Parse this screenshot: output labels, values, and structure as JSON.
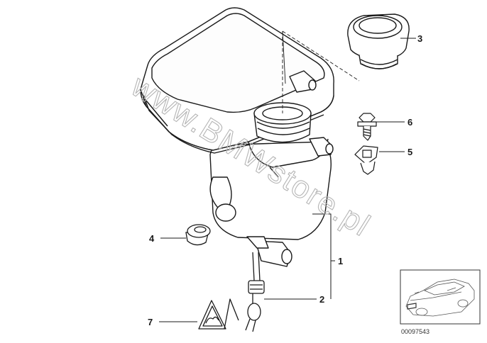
{
  "diagram": {
    "callouts": [
      {
        "id": "c1",
        "label": "1"
      },
      {
        "id": "c2",
        "label": "2"
      },
      {
        "id": "c3",
        "label": "3"
      },
      {
        "id": "c4",
        "label": "4"
      },
      {
        "id": "c5",
        "label": "5"
      },
      {
        "id": "c6",
        "label": "6"
      },
      {
        "id": "c7",
        "label": "7"
      }
    ],
    "watermark": "www.BMWstore.pl",
    "thumbnail_code": "00097543"
  },
  "colors": {
    "line": "#1a1a1a",
    "watermark": "#b5b5b5",
    "background": "#ffffff"
  }
}
